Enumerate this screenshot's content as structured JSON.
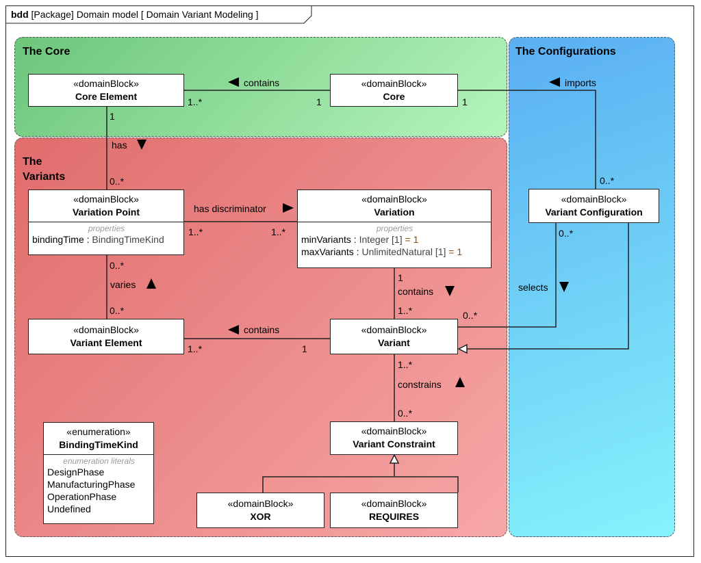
{
  "frame": {
    "kind": "bdd",
    "title": "[Package] Domain model [ Domain Variant Modeling ]"
  },
  "regions": {
    "core": {
      "title": "The Core",
      "color_from": "#6dc57a",
      "color_to": "#b5f5bd"
    },
    "variants": {
      "title_line1": "The",
      "title_line2": "Variants",
      "color_from": "#e16c6c",
      "color_to": "#f7a7a7"
    },
    "configurations": {
      "title": "The Configurations",
      "color_from": "#5aaef2",
      "color_to": "#86f3fc"
    }
  },
  "blocks": {
    "core_element": {
      "stereotype": "«domainBlock»",
      "name": "Core Element"
    },
    "core": {
      "stereotype": "«domainBlock»",
      "name": "Core"
    },
    "variation_point": {
      "stereotype": "«domainBlock»",
      "name": "Variation Point",
      "section": "properties",
      "props": [
        {
          "name": "bindingTime",
          "sep": " : ",
          "type": "BindingTimeKind",
          "mult": "",
          "value": ""
        }
      ]
    },
    "variation": {
      "stereotype": "«domainBlock»",
      "name": "Variation",
      "section": "properties",
      "props": [
        {
          "name": "minVariants",
          "sep": " : ",
          "type": "Integer [1]",
          "value": " = 1"
        },
        {
          "name": "maxVariants",
          "sep": " : ",
          "type": "UnlimitedNatural [1]",
          "value": " = 1"
        }
      ]
    },
    "variant_configuration": {
      "stereotype": "«domainBlock»",
      "name": "Variant Configuration"
    },
    "variant_element": {
      "stereotype": "«domainBlock»",
      "name": "Variant Element"
    },
    "variant": {
      "stereotype": "«domainBlock»",
      "name": "Variant"
    },
    "binding_time_kind": {
      "stereotype": "«enumeration»",
      "name": "BindingTimeKind",
      "section": "enumeration literals",
      "literals": [
        "DesignPhase",
        "ManufacturingPhase",
        "OperationPhase",
        "Undefined"
      ]
    },
    "variant_constraint": {
      "stereotype": "«domainBlock»",
      "name": "Variant Constraint"
    },
    "xor": {
      "stereotype": "«domainBlock»",
      "name": "XOR"
    },
    "requires": {
      "stereotype": "«domainBlock»",
      "name": "REQUIRES"
    }
  },
  "associations": {
    "core_contains": {
      "label": "contains",
      "mult_left": "1..*",
      "mult_right": "1"
    },
    "core_imports": {
      "label": "imports",
      "mult_core": "1",
      "mult_config": "0..*"
    },
    "has": {
      "label": "has",
      "mult_top": "1",
      "mult_bottom": "0..*"
    },
    "has_discriminator": {
      "label": "has discriminator",
      "mult_left": "1..*",
      "mult_right": "1..*"
    },
    "varies": {
      "label": "varies",
      "mult_top": "0..*",
      "mult_bottom": "0..*"
    },
    "variation_contains": {
      "label": "contains",
      "mult_top": "1",
      "mult_bottom": "1..*"
    },
    "selects": {
      "label": "selects",
      "mult_config": "0..*",
      "mult_variant": "0..*"
    },
    "variant_contains": {
      "label": "contains",
      "mult_left": "1..*",
      "mult_right": "1"
    },
    "constrains": {
      "label": "constrains",
      "mult_top": "1..*",
      "mult_bottom": "0..*"
    }
  },
  "icons": {
    "direction_left": "arrow-left-icon",
    "direction_down": "arrow-down-icon",
    "direction_up": "arrow-up-icon",
    "direction_right": "arrow-right-icon"
  }
}
